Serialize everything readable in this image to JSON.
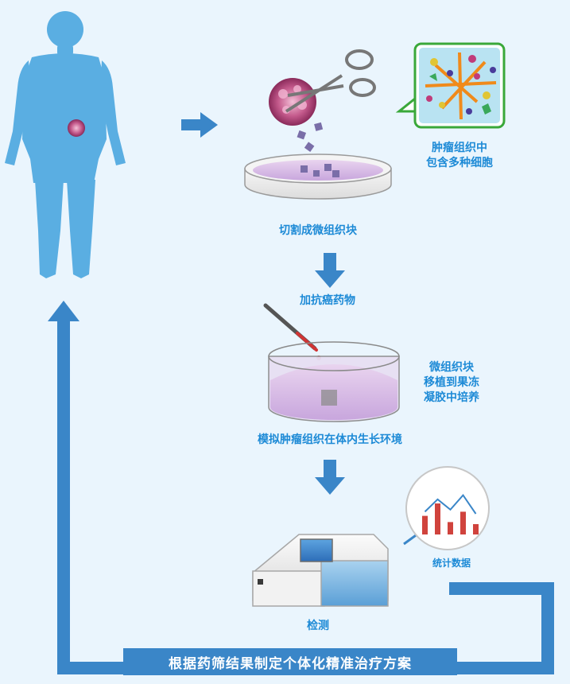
{
  "labels": {
    "cut_tissue": "切割成微组织块",
    "tumor_cells_line1": "肿瘤组织中",
    "tumor_cells_line2": "包含多种细胞",
    "add_drug": "加抗癌药物",
    "transplant_line1": "微组织块",
    "transplant_line2": "移植到果冻",
    "transplant_line3": "凝胶中培养",
    "simulate": "模拟肿瘤组织在体内生长环境",
    "statistics": "统计数据",
    "detection": "检测",
    "treatment_plan": "根据药筛结果制定个体化精准治疗方案"
  },
  "stats_chart": {
    "bars": [
      0.45,
      0.75,
      0.3,
      0.55,
      0.25
    ],
    "line": [
      0.55,
      0.85,
      0.6,
      0.95,
      0.5
    ]
  },
  "colors": {
    "accent_blue": "#1d8ad6",
    "arrow_blue": "#3a86c8",
    "body_blue": "#5aaee2",
    "bar_red": "#d0433d",
    "cell_panel_green": "#3aa83a"
  }
}
